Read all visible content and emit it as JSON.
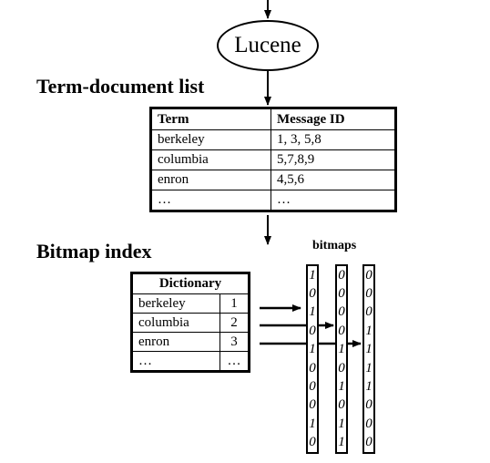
{
  "lucene": {
    "label": "Lucene"
  },
  "term_document": {
    "heading": "Term-document list",
    "columns": [
      "Term",
      "Message ID"
    ],
    "rows": [
      [
        "berkeley",
        "1, 3, 5,8"
      ],
      [
        "columbia",
        "5,7,8,9"
      ],
      [
        "enron",
        "4,5,6"
      ],
      [
        "…",
        "…"
      ]
    ]
  },
  "bitmap_index": {
    "heading": "Bitmap index",
    "bitmaps_label": "bitmaps",
    "dictionary": {
      "header": "Dictionary",
      "rows": [
        [
          "berkeley",
          "1"
        ],
        [
          "columbia",
          "2"
        ],
        [
          "enron",
          "3"
        ],
        [
          "…",
          "…"
        ]
      ]
    },
    "columns": [
      [
        "1",
        "0",
        "1",
        "0",
        "1",
        "0",
        "0",
        "0",
        "1",
        "0"
      ],
      [
        "0",
        "0",
        "0",
        "0",
        "1",
        "0",
        "1",
        "0",
        "1",
        "1"
      ],
      [
        "0",
        "0",
        "0",
        "1",
        "1",
        "1",
        "1",
        "0",
        "0",
        "0"
      ]
    ]
  }
}
